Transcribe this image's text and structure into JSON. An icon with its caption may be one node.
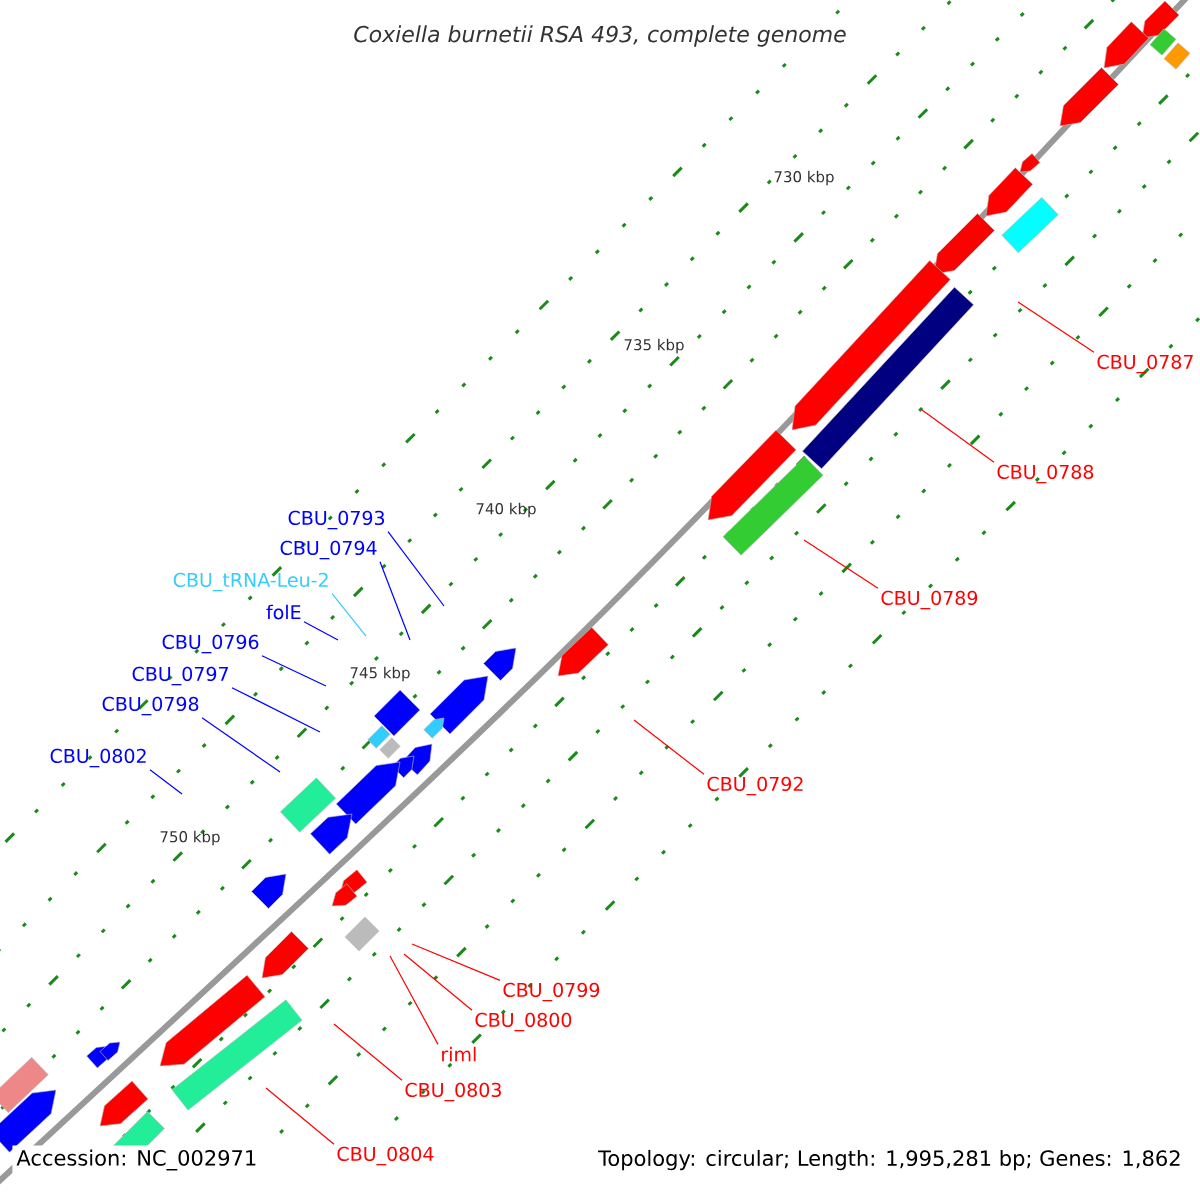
{
  "diagram": {
    "title": "*Coxiella burnetii* RSA 493, complete genome",
    "nodes": [
      {
        "text": [
          "CBU_0787"
        ]
      },
      {
        "text": [
          "CBU_0788"
        ]
      },
      {
        "text": [
          "CBU_0793"
        ]
      },
      {
        "text": [
          "CBU_0794"
        ]
      },
      {
        "text": [
          "CBU_tRNA-Leu-2"
        ]
      },
      {
        "text": [
          "CBU_0789"
        ]
      },
      {
        "text": [
          "folE"
        ]
      },
      {
        "text": [
          "CBU_0796"
        ]
      },
      {
        "text": [
          "CBU_0797"
        ]
      },
      {
        "text": [
          "CBU_0798"
        ]
      },
      {
        "text": [
          "CBU_0802"
        ]
      },
      {
        "text": [
          "CBU_0792"
        ]
      },
      {
        "text": [
          "CBU_0799"
        ]
      },
      {
        "text": [
          "CBU_0800"
        ]
      },
      {
        "text": [
          "riml"
        ]
      },
      {
        "text": [
          "CBU_0803"
        ]
      },
      {
        "text": [
          "CBU_0804"
        ]
      }
    ],
    "edges": [
      {
        "from": 0,
        "to": null,
        "arrow": "none"
      },
      {
        "from": 1,
        "to": null,
        "arrow": "none"
      },
      {
        "from": 2,
        "to": null,
        "arrow": "none",
        "color": "#0000ff"
      },
      {
        "from": 3,
        "to": null,
        "arrow": "none",
        "color": "#0000ff"
      },
      {
        "from": 4,
        "to": null,
        "arrow": "none",
        "color": "#33ccff"
      },
      {
        "from": 5,
        "to": null,
        "arrow": "none"
      },
      {
        "from": 6,
        "to": null,
        "arrow": "none",
        "color": "#0000ff"
      },
      {
        "from": 7,
        "to": null,
        "arrow": "none",
        "color": "#0000ff"
      },
      {
        "from": 8,
        "to": null,
        "arrow": "none",
        "color": "#0000ff"
      },
      {
        "from": 9,
        "to": null,
        "arrow": "none",
        "color": "#0000ff"
      },
      {
        "from": 10,
        "to": null,
        "arrow": "none",
        "color": "#0000ff"
      },
      {
        "from": 11,
        "to": null,
        "arrow": "none"
      },
      {
        "from": 12,
        "to": null,
        "arrow": "none"
      },
      {
        "from": 13,
        "to": null,
        "arrow": "none"
      },
      {
        "from": 14,
        "to": null,
        "arrow": "none"
      },
      {
        "from": 15,
        "to": null,
        "arrow": "none"
      },
      {
        "from": 16,
        "to": null,
        "arrow": "none"
      }
    ],
    "labels": [
      "730 kbp",
      "735 kbp",
      "740 kbp",
      "745 kbp",
      "750 kbp",
      "Accession: NC_002971",
      "Topology: circular; Length: 1,995,281 bp; Genes: 1,862"
    ]
  }
}
